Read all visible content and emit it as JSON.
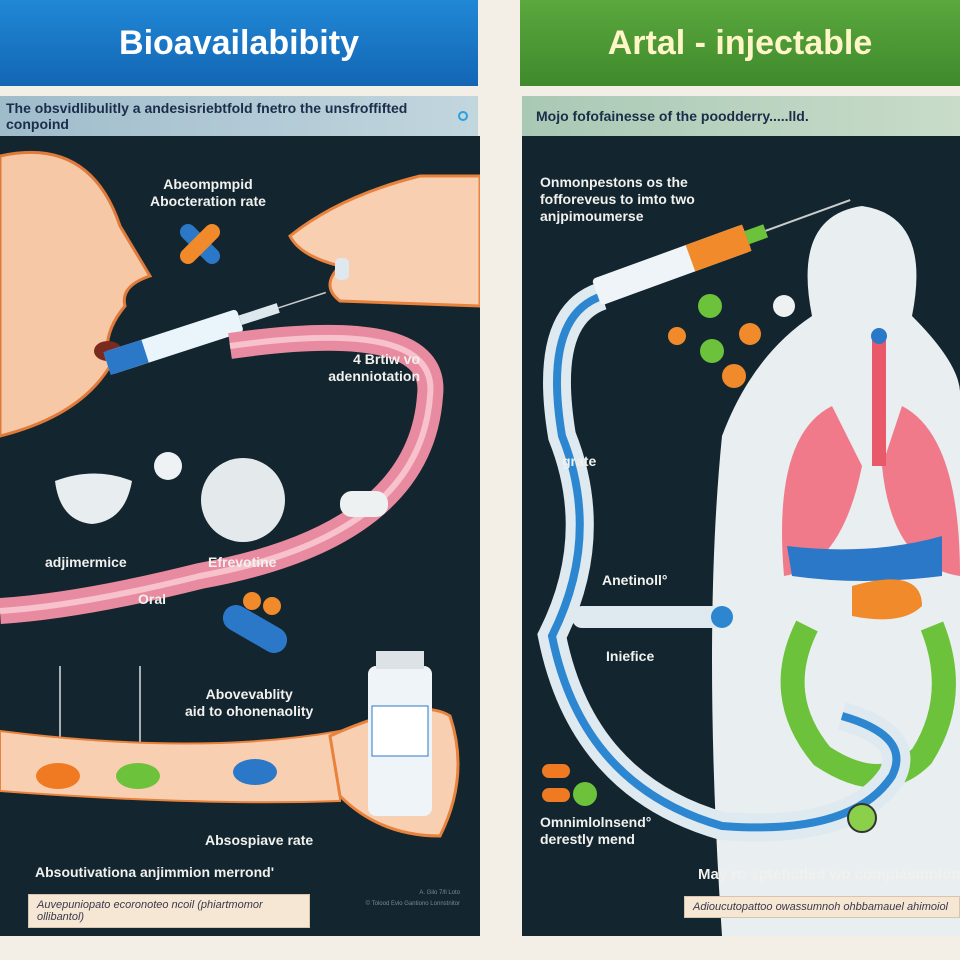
{
  "left": {
    "title": "Bioavailabibity",
    "subtitle": "The obsvidlibulitly a andesisriebtfold fnetro the unsfroffifted conpoind",
    "labels": {
      "top1": "Abeompmpid",
      "top2": "Abocteration rate",
      "admin1": "4 Brtiw vo",
      "admin2": "adenniotation",
      "adjimermice": "adjimermice",
      "effervotine": "Efrevotine",
      "oral": "Oral",
      "abov1": "Abovevablity",
      "abov2": "aid to ohonenaolity",
      "absorptive_rate": "Absospiave rate",
      "method": "Absoutivationa anjimmion merrond'",
      "caption": "Auvepuniopato ecoronoteo ncoil (phiartmomor ollibantol)",
      "credit1": "A. Gilo 7/ll Loto",
      "credit2": "© Tolood Evlo Gantiono Lonnstnitor"
    }
  },
  "right": {
    "title": "Artal - injectable",
    "subtitle": "Mojo fofofainesse of the poodderry.....lld.",
    "labels": {
      "intro1": "Onmonpestons os the",
      "intro2": "fofforeveus to imto two",
      "intro3": "anjpimoumerse",
      "grate": "grate",
      "anetinoll": "Anetinoll°",
      "iniefice": "Iniefice",
      "omni1": "Omnimlolnsend°",
      "omni2": "derestly mend",
      "summary": "May ro sptefictled wo compiasmnion",
      "caption": "Adioucutopattoo owassumnoh ohbbamauel ahimoiol"
    }
  },
  "colors": {
    "left_header": "#1a78c8",
    "right_header": "#4a9a35",
    "panel": "#13252e",
    "vessel": "#e98ba0",
    "tube": "#2d86d0"
  }
}
